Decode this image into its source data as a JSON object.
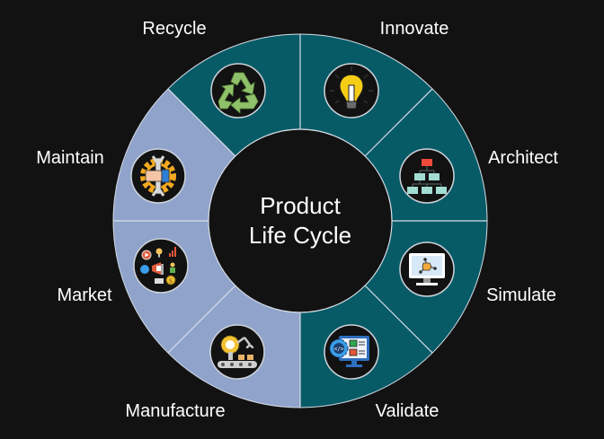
{
  "diagram": {
    "title_line1": "Product",
    "title_line2": "Life Cycle",
    "colors": {
      "background": "#121212",
      "teal": "#075b67",
      "lavender": "#8fa3cb",
      "divider": "#d8dde6",
      "icon_bg": "#121212",
      "text": "#ffffff"
    },
    "stages": [
      {
        "label": "Innovate",
        "icon": "lightbulb-icon",
        "color": "teal"
      },
      {
        "label": "Architect",
        "icon": "hierarchy-icon",
        "color": "teal"
      },
      {
        "label": "Simulate",
        "icon": "monitor-simulation-icon",
        "color": "teal"
      },
      {
        "label": "Validate",
        "icon": "code-check-icon",
        "color": "teal"
      },
      {
        "label": "Manufacture",
        "icon": "robot-arm-conveyor-icon",
        "color": "lavender"
      },
      {
        "label": "Market",
        "icon": "marketing-icon",
        "color": "lavender"
      },
      {
        "label": "Maintain",
        "icon": "gear-wrench-icon",
        "color": "lavender"
      },
      {
        "label": "Recycle",
        "icon": "recycle-icon",
        "color": "teal"
      }
    ]
  }
}
